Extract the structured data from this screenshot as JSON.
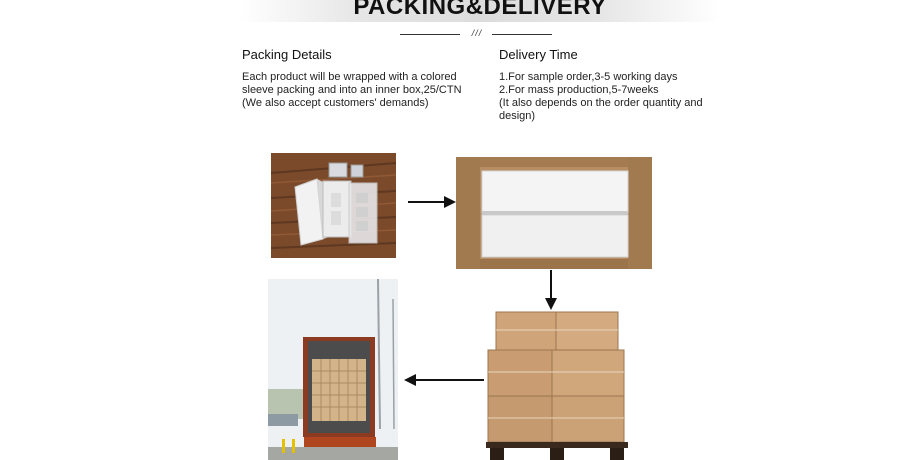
{
  "header": {
    "title": "PACKING&DELIVERY",
    "divider_mark": "///"
  },
  "packing": {
    "heading": "Packing Details",
    "lines": [
      "Each product will be wrapped with a colored",
      "sleeve packing and into an inner box,25/CTN",
      "(We also accept customers' demands)"
    ]
  },
  "delivery": {
    "heading": "Delivery Time",
    "lines": [
      "1.For sample order,3-5 working days",
      "2.For mass production,5-7weeks",
      "(It also depends on the order quantity and",
      "design)"
    ]
  },
  "colors": {
    "cardboard": "#c8a278",
    "wood": "#7a4a2a",
    "arrow": "#111111"
  }
}
